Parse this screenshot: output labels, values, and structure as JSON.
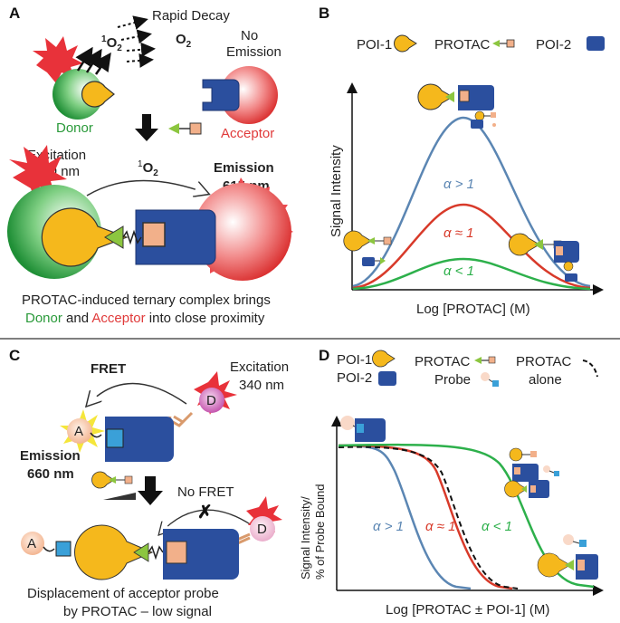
{
  "panels": {
    "a": {
      "letter": "A",
      "rapid_decay": "Rapid Decay",
      "o2": "O",
      "o2_sub": "2",
      "singlet_sup": "1",
      "singlet_o": "O",
      "singlet_sub": "2",
      "no_emission_1": "No",
      "no_emission_2": "Emission",
      "donor": "Donor",
      "acceptor": "Acceptor",
      "excitation_1": "Excitation",
      "excitation_2": "680 nm",
      "emission_1": "Emission",
      "emission_2": "615 nm",
      "caption_1": "PROTAC-induced ternary complex brings",
      "caption_2_donor": "Donor",
      "caption_2_and": " and ",
      "caption_2_acceptor": "Acceptor",
      "caption_2_rest": " into close proximity"
    },
    "b": {
      "letter": "B",
      "legend_poi1": "POI-1",
      "legend_protac": "PROTAC",
      "legend_poi2": "POI-2",
      "ylabel": "Signal Intensity",
      "xlabel": "Log [PROTAC] (M)",
      "label_gt": "α > 1",
      "label_eq": "α ≈ 1",
      "label_lt": "α < 1"
    },
    "c": {
      "letter": "C",
      "fret": "FRET",
      "excitation_1": "Excitation",
      "excitation_2": "340 nm",
      "acceptor_letter": "A",
      "donor_letter": "D",
      "emission_1": "Emission",
      "emission_2": "660 nm",
      "no_fret": "No FRET",
      "plus": "+",
      "caption_1": "Displacement of acceptor probe",
      "caption_2": "by PROTAC – low signal"
    },
    "d": {
      "letter": "D",
      "legend_poi1": "POI-1",
      "legend_poi2": "POI-2",
      "legend_protac": "PROTAC",
      "legend_probe": "Probe",
      "legend_alone_1": "PROTAC",
      "legend_alone_2": "alone",
      "ylabel_1": "Signal Intensity/",
      "ylabel_2": "% of Probe Bound",
      "xlabel": "Log [PROTAC ± POI-1] (M)",
      "label_gt": "α > 1",
      "label_eq": "α ≈ 1",
      "label_lt": "α < 1"
    }
  },
  "colors": {
    "donor_green": "#2a9a3a",
    "acceptor_red": "#e03a3a",
    "poi1_yellow": "#f5b81c",
    "poi2_blue": "#2b4f9e",
    "curve_blue": "#5b86b3",
    "curve_red": "#d83a2a",
    "curve_green": "#2db04b",
    "probe_blue": "#3aa0d8",
    "dye_peach": "#f2b08a",
    "warhead_green": "#8cc63f"
  }
}
